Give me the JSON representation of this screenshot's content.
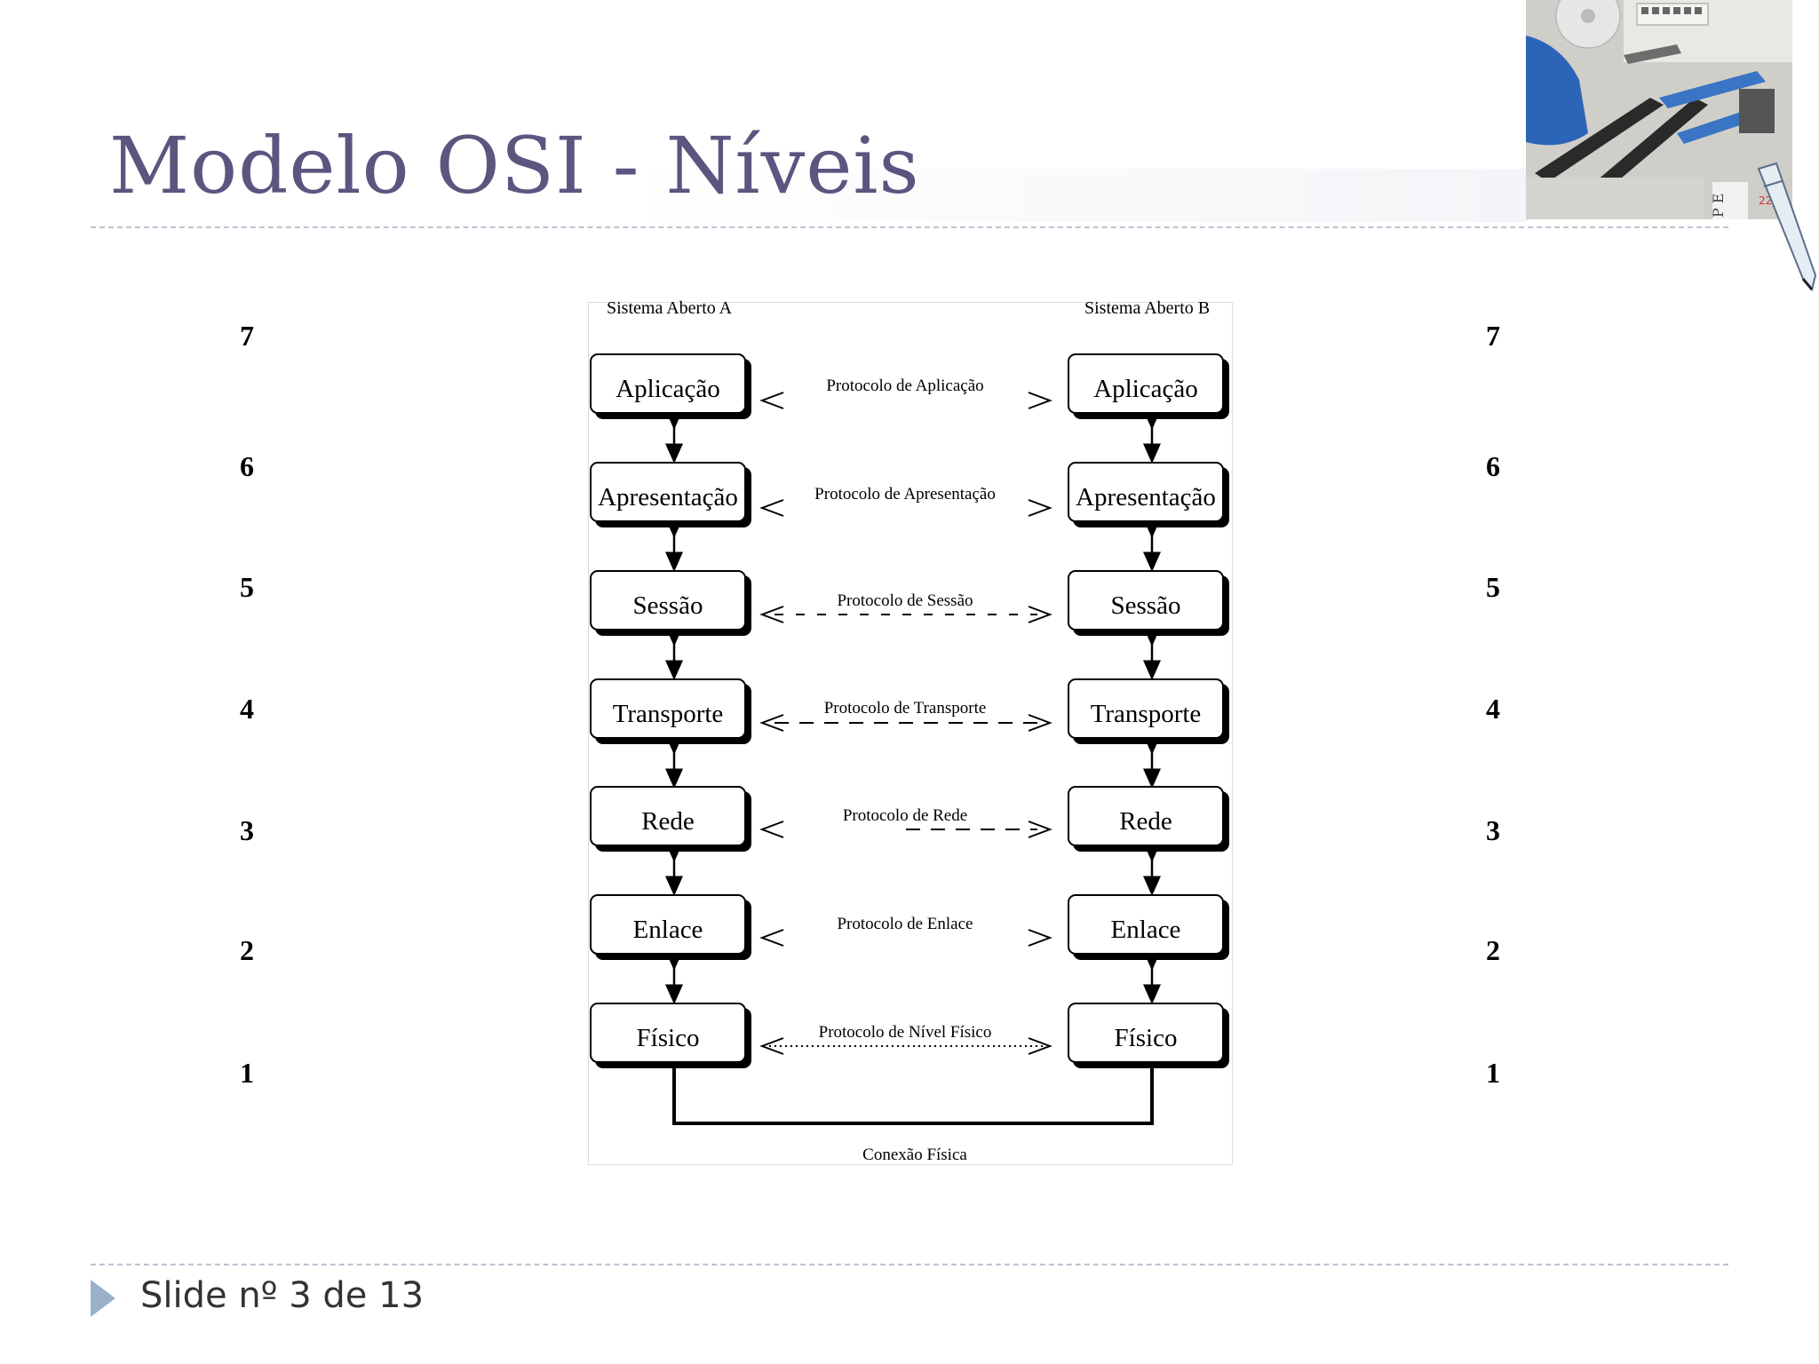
{
  "slide": {
    "title": "Modelo OSI - Níveis",
    "footer": "Slide nº 3 de 13"
  },
  "photo": {
    "description_icon": "network-tools-photo-icon",
    "stamp_letters": "P E",
    "stamp_number": "22"
  },
  "diagram": {
    "system_a_label": "Sistema Aberto A",
    "system_b_label": "Sistema Aberto B",
    "layers": [
      {
        "number": "7",
        "name": "Aplicação",
        "protocol": "Protocolo de Aplicação",
        "line": "solid-none"
      },
      {
        "number": "6",
        "name": "Apresentação",
        "protocol": "Protocolo de Apresentação",
        "line": "solid-none"
      },
      {
        "number": "5",
        "name": "Sessão",
        "protocol": "Protocolo de Sessão",
        "line": "dashed"
      },
      {
        "number": "4",
        "name": "Transporte",
        "protocol": "Protocolo de Transporte",
        "line": "dashed"
      },
      {
        "number": "3",
        "name": "Rede",
        "protocol": "Protocolo de Rede",
        "line": "dashed-partial"
      },
      {
        "number": "2",
        "name": "Enlace",
        "protocol": "Protocolo de Enlace",
        "line": "solid-none"
      },
      {
        "number": "1",
        "name": "Físico",
        "protocol": "Protocolo de Nível Físico",
        "line": "dotted"
      }
    ],
    "connection_label": "Conexão Física"
  },
  "colors": {
    "title": "#5e5480",
    "rule": "#b9c4d2",
    "footer_arrow": "#9bb1c9"
  }
}
